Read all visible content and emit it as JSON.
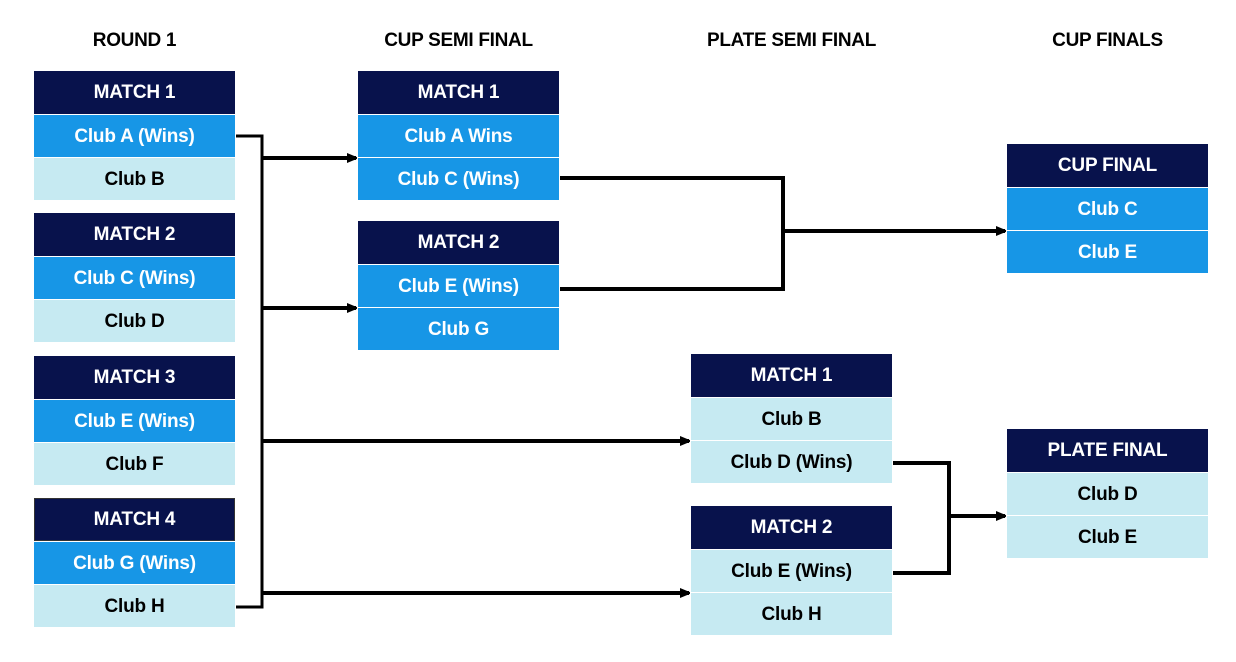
{
  "columns": {
    "round1": "ROUND 1",
    "cup_semi": "CUP SEMI FINAL",
    "plate_semi": "PLATE SEMI FINAL",
    "cup_finals": "CUP FINALS"
  },
  "round1": [
    {
      "title": "MATCH 1",
      "teams": [
        {
          "name": "Club A (Wins)",
          "status": "win"
        },
        {
          "name": "Club B",
          "status": "lose"
        }
      ]
    },
    {
      "title": "MATCH 2",
      "teams": [
        {
          "name": "Club C (Wins)",
          "status": "win"
        },
        {
          "name": "Club D",
          "status": "lose"
        }
      ]
    },
    {
      "title": "MATCH 3",
      "teams": [
        {
          "name": "Club E (Wins)",
          "status": "win"
        },
        {
          "name": "Club F",
          "status": "lose"
        }
      ]
    },
    {
      "title": "MATCH 4",
      "teams": [
        {
          "name": "Club G (Wins)",
          "status": "win"
        },
        {
          "name": "Club H",
          "status": "lose"
        }
      ]
    }
  ],
  "cup_semi": [
    {
      "title": "MATCH 1",
      "teams": [
        {
          "name": "Club A Wins",
          "status": "win"
        },
        {
          "name": "Club C (Wins)",
          "status": "win"
        }
      ]
    },
    {
      "title": "MATCH 2",
      "teams": [
        {
          "name": "Club E (Wins)",
          "status": "win"
        },
        {
          "name": "Club G",
          "status": "win"
        }
      ]
    }
  ],
  "plate_semi": [
    {
      "title": "MATCH 1",
      "teams": [
        {
          "name": "Club B",
          "status": "lose"
        },
        {
          "name": "Club D (Wins)",
          "status": "lose"
        }
      ]
    },
    {
      "title": "MATCH 2",
      "teams": [
        {
          "name": "Club E (Wins)",
          "status": "lose"
        },
        {
          "name": "Club H",
          "status": "lose"
        }
      ]
    }
  ],
  "cup_final": {
    "title": "CUP FINAL",
    "teams": [
      {
        "name": "Club C",
        "status": "win"
      },
      {
        "name": "Club E",
        "status": "win"
      }
    ]
  },
  "plate_final": {
    "title": "PLATE FINAL",
    "teams": [
      {
        "name": "Club D",
        "status": "lose"
      },
      {
        "name": "Club E",
        "status": "lose"
      }
    ]
  },
  "colors": {
    "header": "#08124c",
    "cup_row": "#1796e6",
    "plate_row": "#c6eaf2",
    "connector": "#000000"
  }
}
